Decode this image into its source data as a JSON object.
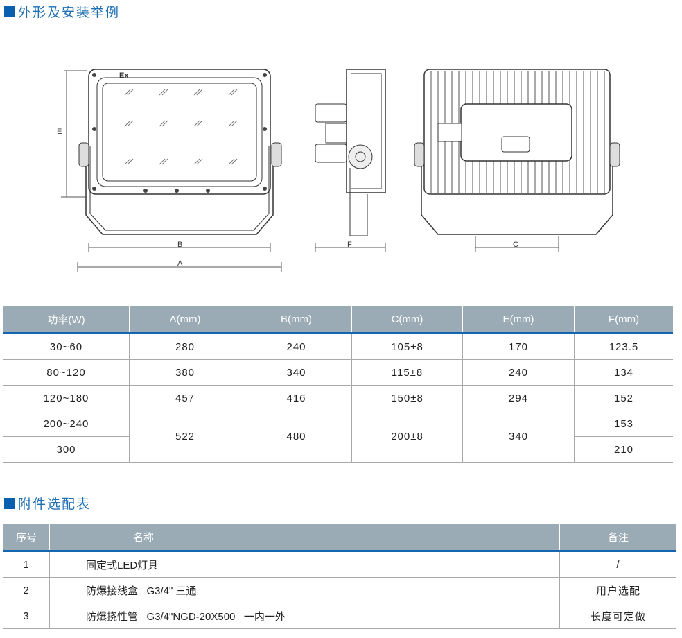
{
  "section1": {
    "title": "外形及安装举例"
  },
  "drawing": {
    "labels": {
      "e": "E",
      "b": "B",
      "a": "A",
      "f": "F",
      "c": "C",
      "ex": "Ex"
    }
  },
  "spec_table": {
    "headers": [
      "功率(W)",
      "A(mm)",
      "B(mm)",
      "C(mm)",
      "E(mm)",
      "F(mm)"
    ],
    "rows": [
      {
        "power": "30~60",
        "a": "280",
        "b": "240",
        "c": "105±8",
        "e": "170",
        "f": "123.5"
      },
      {
        "power": "80~120",
        "a": "380",
        "b": "340",
        "c": "115±8",
        "e": "240",
        "f": "134"
      },
      {
        "power": "120~180",
        "a": "457",
        "b": "416",
        "c": "150±8",
        "e": "294",
        "f": "152"
      },
      {
        "power": "200~240",
        "a": "522",
        "b": "480",
        "c": "200±8",
        "e": "340",
        "f": "153"
      },
      {
        "power": "300",
        "f": "210"
      }
    ]
  },
  "section2": {
    "title": "附件选配表"
  },
  "accessory_table": {
    "headers": [
      "序号",
      "名称",
      "备注"
    ],
    "rows": [
      {
        "no": "1",
        "name": "固定式LED灯具",
        "note": "/"
      },
      {
        "no": "2",
        "name": "防爆接线盒   G3/4\" 三通",
        "note": "用户选配"
      },
      {
        "no": "3",
        "name": "防爆挠性管   G3/4\"NGD-20X500   一内一外",
        "note": "长度可定做"
      }
    ]
  }
}
